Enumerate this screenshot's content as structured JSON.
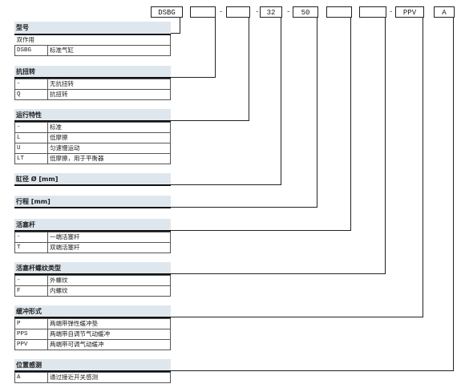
{
  "chart_data": {
    "type": "table",
    "title": "",
    "order_code": [
      "DSBG",
      "",
      "",
      "32",
      "50",
      "",
      "",
      "PPV",
      "A"
    ],
    "separators": [
      "-",
      "-",
      "-",
      "-"
    ],
    "sections": [
      {
        "title": "型号",
        "options": [
          {
            "code": "",
            "label": "双作用"
          },
          {
            "code": "DSBG",
            "label": "标准气缸"
          }
        ]
      },
      {
        "title": "抗扭转",
        "options": [
          {
            "code": "-",
            "label": "无抗扭转"
          },
          {
            "code": "Q",
            "label": "抗扭转"
          }
        ]
      },
      {
        "title": "运行特性",
        "options": [
          {
            "code": "-",
            "label": "标准"
          },
          {
            "code": "L",
            "label": "低摩擦"
          },
          {
            "code": "U",
            "label": "匀速慢运动"
          },
          {
            "code": "LT",
            "label": "低摩擦，用于平衡器"
          }
        ]
      },
      {
        "title": "缸径 Ø [mm]",
        "options": []
      },
      {
        "title": "行程 [mm]",
        "options": []
      },
      {
        "title": "活塞杆",
        "options": [
          {
            "code": "-",
            "label": "一端活塞杆"
          },
          {
            "code": "T",
            "label": "双端活塞杆"
          }
        ]
      },
      {
        "title": "活塞杆螺纹类型",
        "options": [
          {
            "code": "-",
            "label": "外螺纹"
          },
          {
            "code": "F",
            "label": "内螺纹"
          }
        ]
      },
      {
        "title": "缓冲形式",
        "options": [
          {
            "code": "P",
            "label": "两端带弹性缓冲垫"
          },
          {
            "code": "PPS",
            "label": "两端带自调节气动缓冲"
          },
          {
            "code": "PPV",
            "label": "两端带可调气动缓冲"
          }
        ]
      },
      {
        "title": "位置感测",
        "options": [
          {
            "code": "A",
            "label": "通过接近开关感测"
          }
        ]
      }
    ]
  }
}
